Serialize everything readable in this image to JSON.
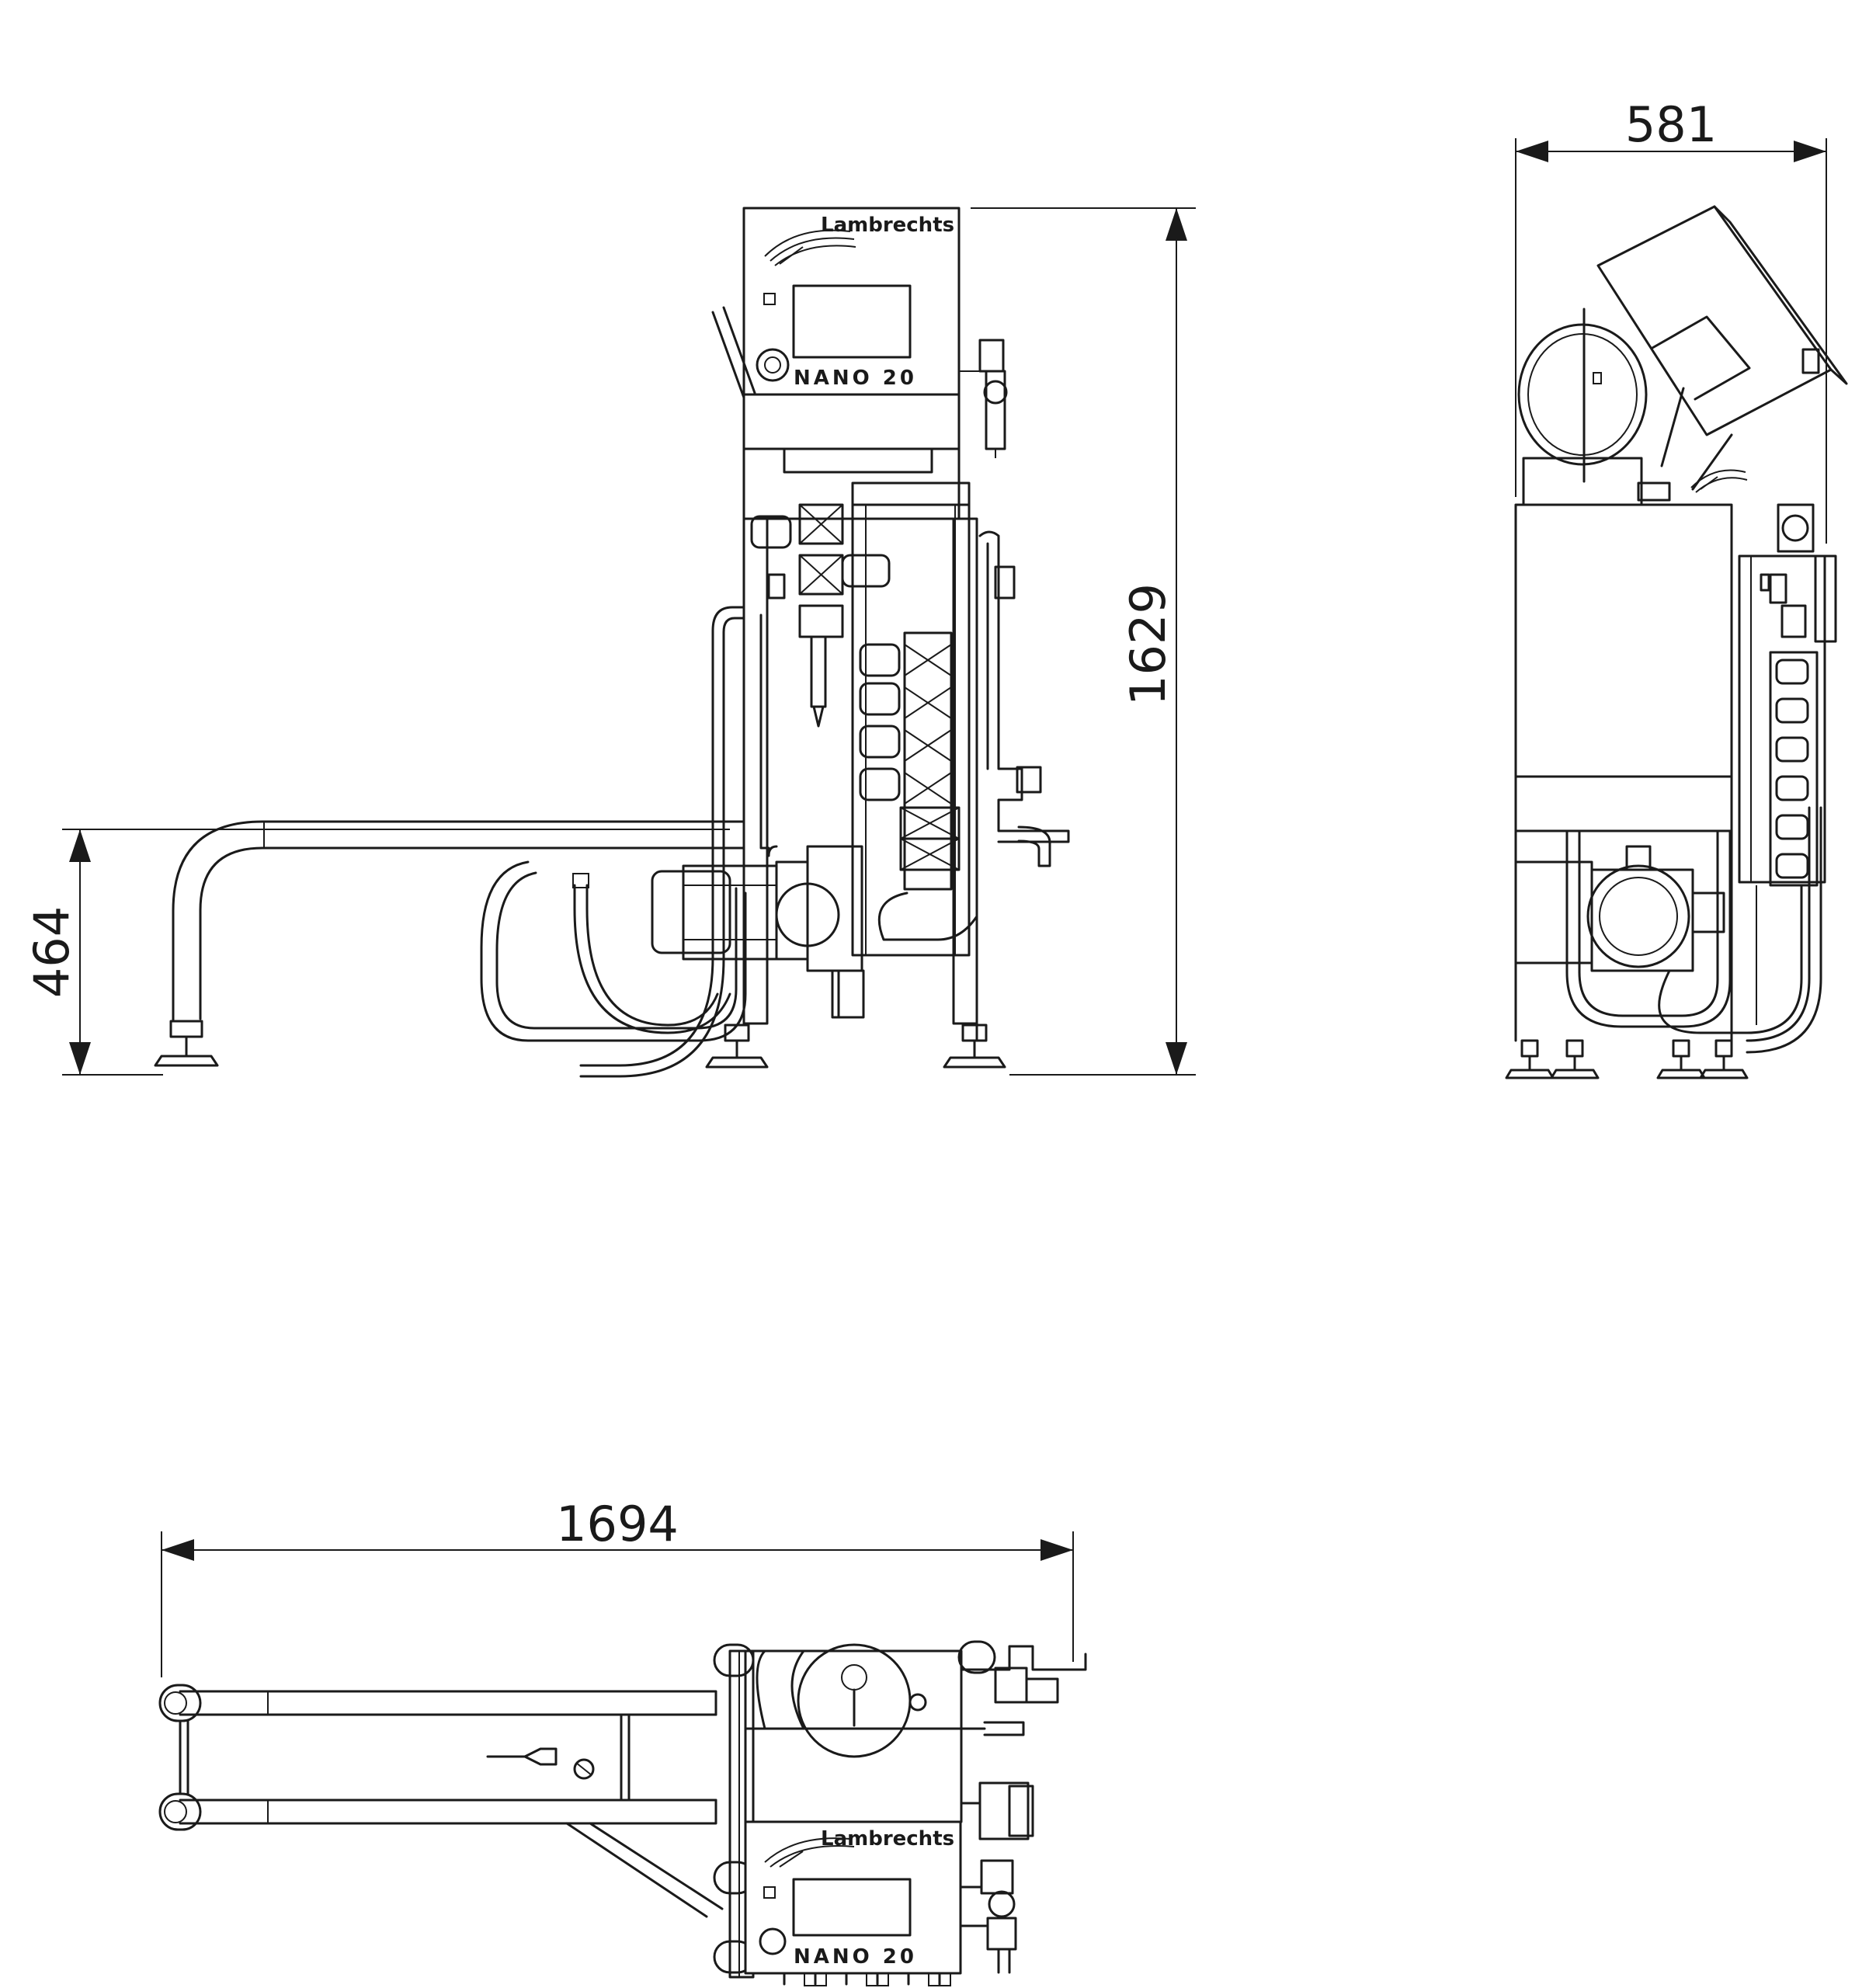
{
  "dimensions": {
    "front_height": "1629",
    "front_low_height": "464",
    "side_width": "581",
    "top_length": "1694"
  },
  "labels": {
    "brand": "Lambrechts",
    "model": "NANO 20"
  },
  "colors": {
    "line": "#1a1a1a",
    "background": "#ffffff"
  }
}
